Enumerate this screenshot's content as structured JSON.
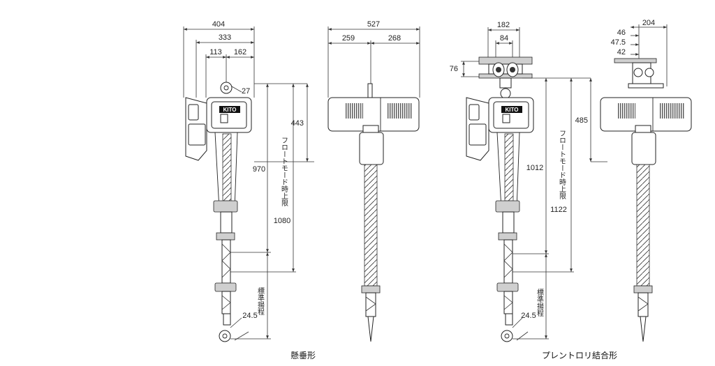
{
  "views": {
    "pendant": {
      "caption": "懸垂形",
      "dims": {
        "w404": "404",
        "w333": "333",
        "w113": "113",
        "w162": "162",
        "r27": "27",
        "h443": "443",
        "h970": "970",
        "h1080": "1080",
        "a245": "24.5",
        "vertical_note": "フロートモード時上限",
        "limit_note": "標準揚程"
      },
      "side_dims": {
        "w527": "527",
        "w259": "259",
        "w268": "268"
      }
    },
    "trolley": {
      "caption": "プレントロリ結合形",
      "dims": {
        "w182": "182",
        "w84": "84",
        "h76": "76",
        "h1012": "1012",
        "h1122": "1122",
        "a245": "24.5",
        "vertical_note": "フロートモード時上限",
        "limit_note": "標準揚程"
      },
      "side_dims": {
        "w204": "204",
        "w46": "46",
        "w475": "47.5",
        "w42": "42",
        "h485": "485"
      }
    }
  },
  "brand_label": "KITO"
}
